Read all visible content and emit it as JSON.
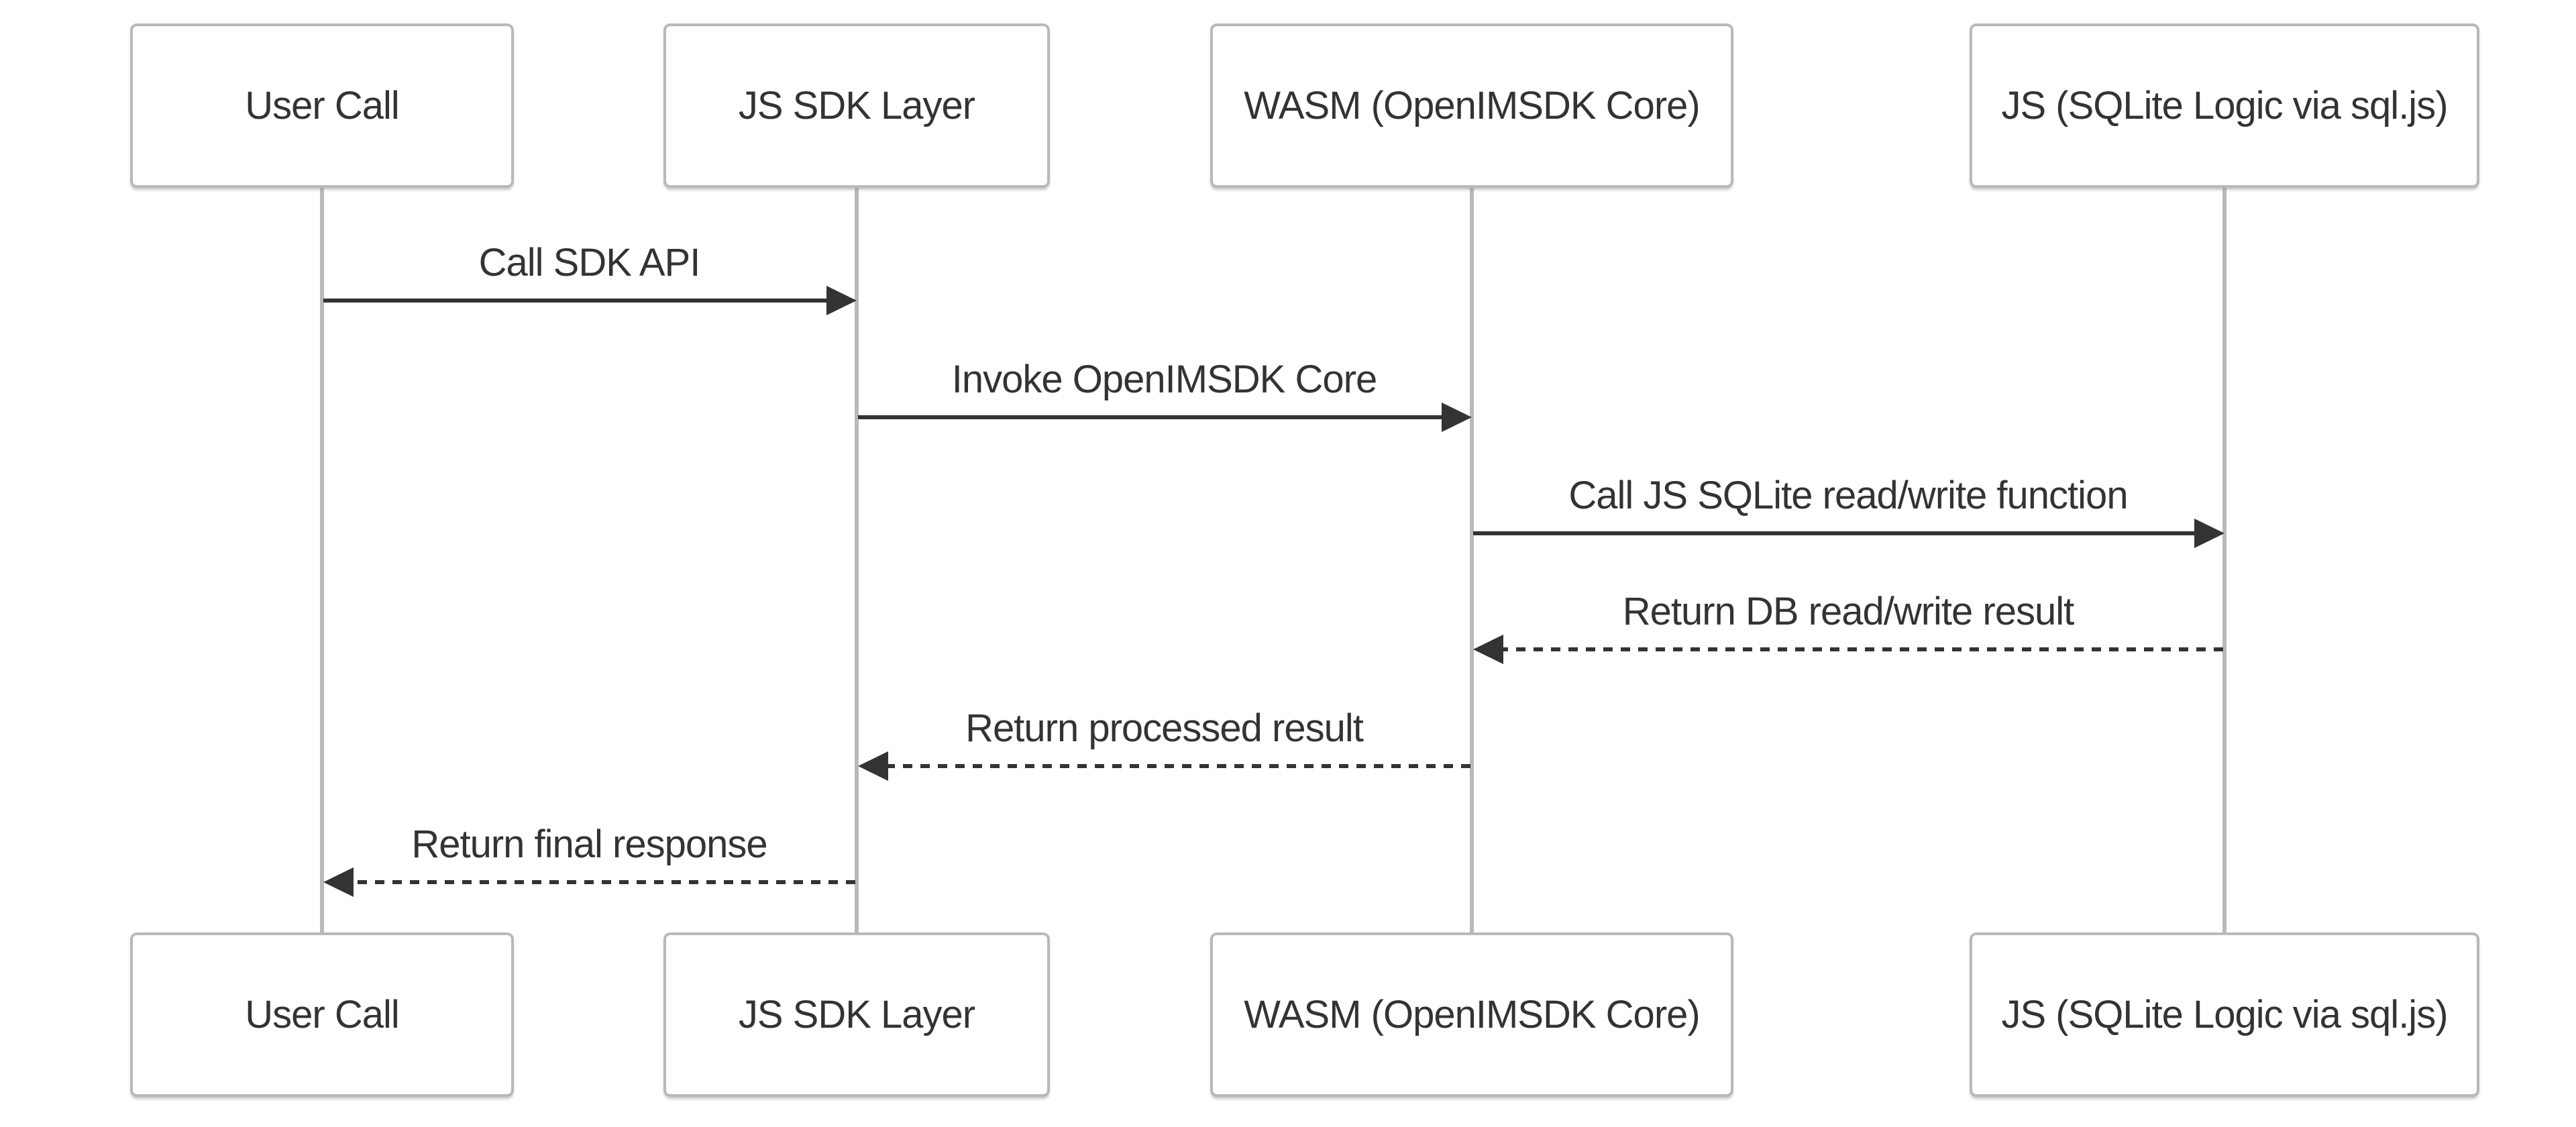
{
  "diagram": {
    "type": "sequence-diagram",
    "actors": [
      {
        "id": "user-call",
        "label": "User Call"
      },
      {
        "id": "js-sdk-layer",
        "label": "JS SDK Layer"
      },
      {
        "id": "wasm-core",
        "label": "WASM (OpenIMSDK Core)"
      },
      {
        "id": "js-sqlite",
        "label": "JS (SQLite Logic via sql.js)"
      }
    ],
    "messages": [
      {
        "from": "user-call",
        "to": "js-sdk-layer",
        "label": "Call SDK API",
        "line_style": "solid",
        "direction": "right"
      },
      {
        "from": "js-sdk-layer",
        "to": "wasm-core",
        "label": "Invoke OpenIMSDK Core",
        "line_style": "solid",
        "direction": "right"
      },
      {
        "from": "wasm-core",
        "to": "js-sqlite",
        "label": "Call JS SQLite read/write function",
        "line_style": "solid",
        "direction": "right"
      },
      {
        "from": "js-sqlite",
        "to": "wasm-core",
        "label": "Return DB read/write result",
        "line_style": "dashed",
        "direction": "left"
      },
      {
        "from": "wasm-core",
        "to": "js-sdk-layer",
        "label": "Return processed result",
        "line_style": "dashed",
        "direction": "left"
      },
      {
        "from": "js-sdk-layer",
        "to": "user-call",
        "label": "Return final response",
        "line_style": "dashed",
        "direction": "left"
      }
    ],
    "colors": {
      "background": "#ffffff",
      "actor_fill": "#ffffff",
      "actor_border": "#b9b9b9",
      "lifeline": "#b9b9b9",
      "arrow": "#333333",
      "text": "#333333"
    }
  }
}
